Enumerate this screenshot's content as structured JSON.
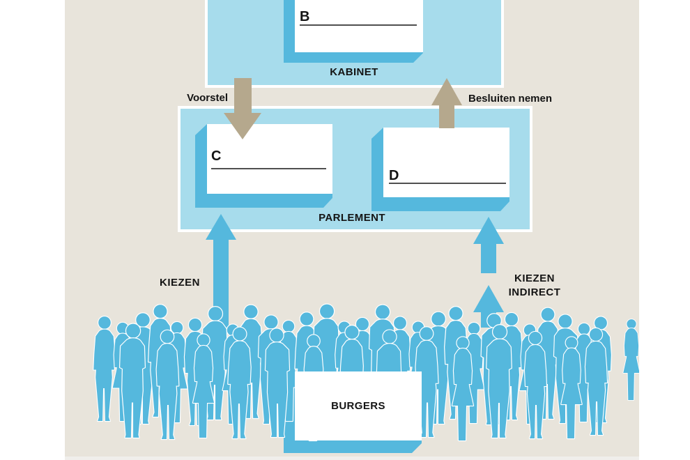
{
  "palette": {
    "background_beige": "#e8e4db",
    "panel_blue": "#a7dcec",
    "accent_blue": "#55b8dd",
    "arrow_tan": "#b5a88d",
    "text": "#141414",
    "answer_line": "#4f4f4f",
    "page_margin": "#ffffff"
  },
  "kabinet": {
    "label": "KABINET",
    "box_letter": "B"
  },
  "parlement": {
    "label": "PARLEMENT",
    "left_box_letter": "C",
    "right_box_letter": "D"
  },
  "burgers": {
    "label": "BURGERS"
  },
  "arrows": {
    "voorstel_label": "Voorstel",
    "besluiten_label": "Besluiten nemen",
    "kiezen_label": "KIEZEN",
    "kiezen_indirect": [
      "KIEZEN",
      "INDIRECT"
    ]
  }
}
